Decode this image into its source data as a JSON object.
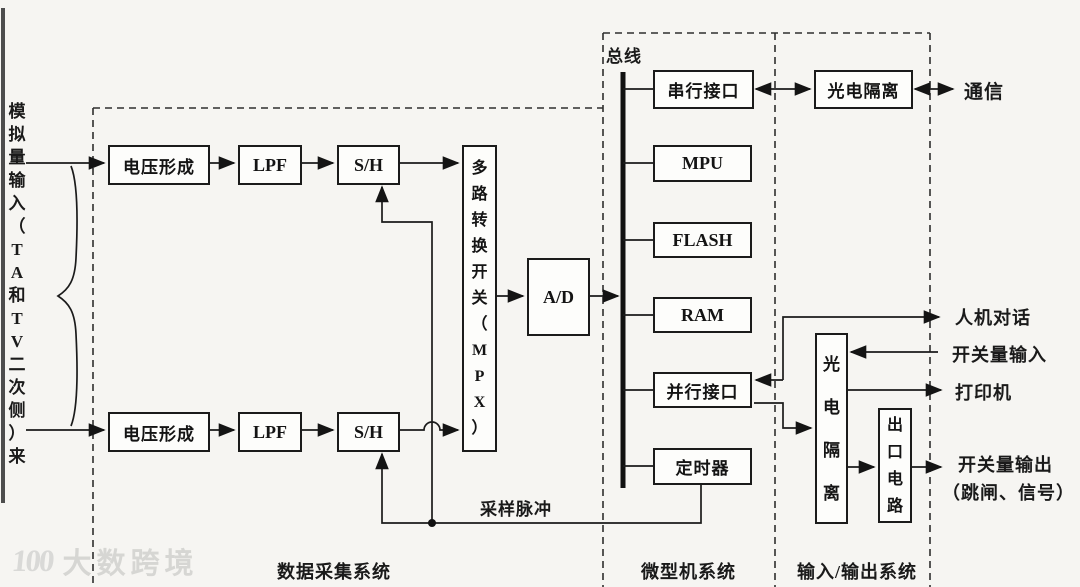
{
  "labels": {
    "bus": "总线",
    "left_vertical": "模\n拟\n量\n输\n入\n（\nT\nA\n和\nT\nV\n二\n次\n侧\n）\n来",
    "sampling_pulse": "采样脉冲",
    "comm": "通信",
    "hmi": "人机对话",
    "switch_input": "开关量输入",
    "printer": "打印机",
    "switch_output_line1": "开关量输出",
    "switch_output_line2": "（跳闸、信号）",
    "system_daq": "数据采集系统",
    "system_mcu": "微型机系统",
    "system_io": "输入/输出系统"
  },
  "blocks": {
    "voltage_forming": "电压形成",
    "lpf": "LPF",
    "sample_hold": "S/H",
    "mpx_vertical": "多\n路\n转\n换\n开\n关\n（\nM\nP\nX\n）",
    "adc": "A/D",
    "serial_port": "串行接口",
    "mpu": "MPU",
    "flash": "FLASH",
    "ram": "RAM",
    "parallel_port": "并行接口",
    "timer": "定时器",
    "opto_isolation": "光电隔离",
    "opto_isolation_vertical": "光\n电\n隔\n离",
    "output_circuit": "出\n口\n电\n路"
  },
  "watermark": {
    "logo": "100",
    "text": "大数跨境"
  },
  "colors": {
    "line": "#1b1b1b",
    "background": "#f6f5f2",
    "watermark": "#d9d9d7"
  }
}
